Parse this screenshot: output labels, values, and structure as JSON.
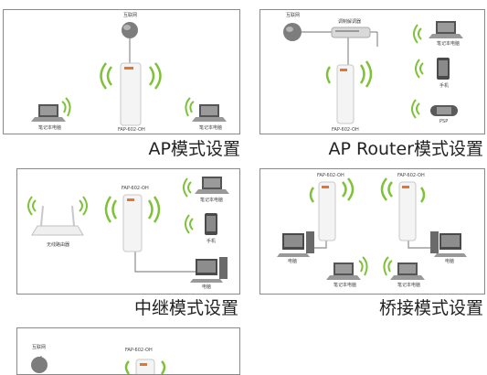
{
  "panels": [
    {
      "caption": "AP模式设置",
      "labels": {
        "internet": "互联网",
        "device": "FAP-602-OH",
        "laptop1": "笔记本电脑",
        "laptop2": "笔记本电脑"
      }
    },
    {
      "caption": "AP Router模式设置",
      "labels": {
        "internet": "互联网",
        "modem": "调制解调器",
        "device": "FAP-602-OH",
        "laptop": "笔记本电脑",
        "phone": "手机",
        "psp": "PSP"
      }
    },
    {
      "caption": "中继模式设置",
      "labels": {
        "router": "无线路由器",
        "device": "FAP-602-OH",
        "laptop": "笔记本电脑",
        "phone": "手机",
        "pc": "电脑"
      }
    },
    {
      "caption": "桥接模式设置",
      "labels": {
        "device1": "FAP-602-OH",
        "device2": "FAP-602-OH",
        "pc1": "电脑",
        "pc2": "电脑",
        "laptop1": "笔记本电脑",
        "laptop2": "笔记本电脑"
      }
    },
    {
      "caption": "",
      "labels": {
        "internet": "互联网",
        "device": "FAP-602-OH"
      }
    }
  ],
  "colors": {
    "wave": "#7ec23a",
    "device_body": "#f4f4f4",
    "border": "#8a8a8a",
    "line": "#8c8c8c",
    "logo": "#e8732a"
  }
}
